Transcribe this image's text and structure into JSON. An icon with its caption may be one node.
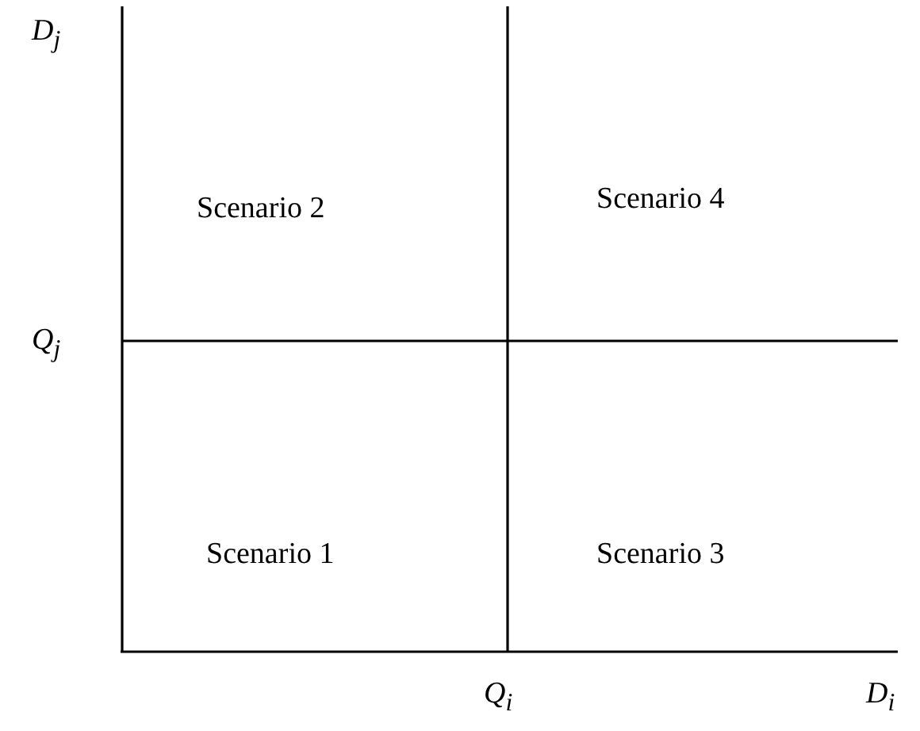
{
  "diagram": {
    "labels": [
      "D$_{j}$",
      "Scenario 2",
      "Scenario 4",
      "Q$_{j}$",
      "Scenario 1",
      "Scenario 3",
      "Q$_{i}$",
      "D$_{i}$"
    ]
  }
}
